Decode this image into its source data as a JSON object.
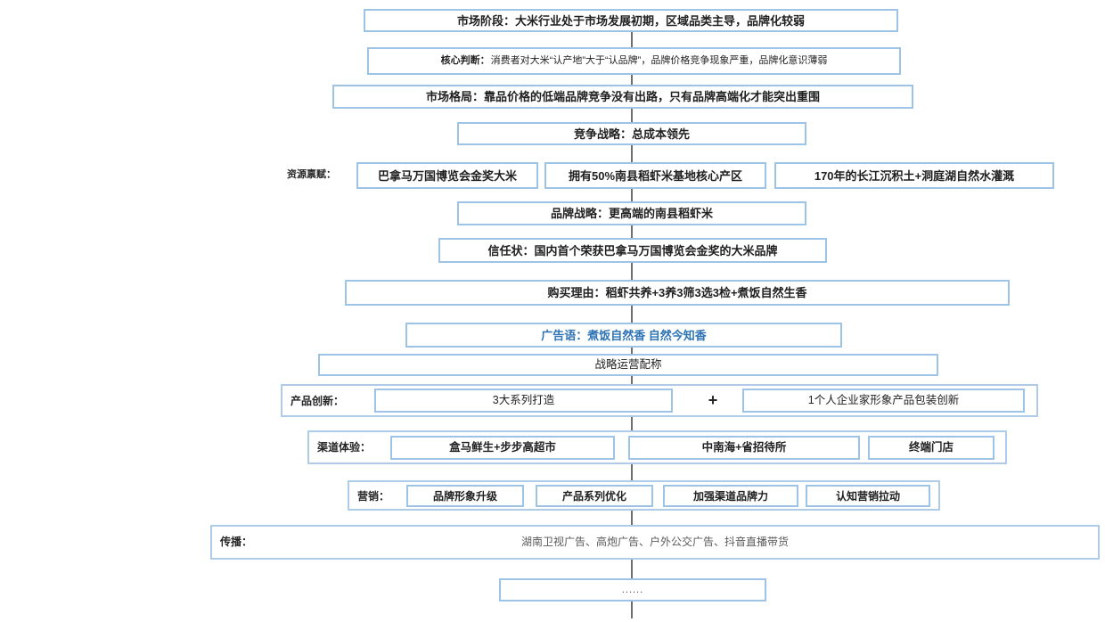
{
  "palette": {
    "box_border": "#9DC3E6",
    "outer_border": "#AECBE8",
    "text": "#1F1F1F",
    "slogan_blue": "#2E74B5",
    "muted_gray": "#595959",
    "connector_line": "#6E6E6E",
    "background": "#FFFFFF"
  },
  "flow": {
    "market_stage": {
      "text": "市场阶段：大米行业处于市场发展初期，区域品类主导，品牌化较弱"
    },
    "core_judgment": {
      "label": "核心判断：",
      "text": "消费者对大米“认产地”大于“认品牌”，品牌价格竞争现象严重，品牌化意识薄弱"
    },
    "market_pattern": {
      "text": "市场格局：靠品价格的低端品牌竞争没有出路，只有品牌高端化才能突出重围"
    },
    "competition_strategy": {
      "label": "竞争战略：",
      "strong": "总成本领先"
    },
    "resource_endowment": {
      "label": "资源禀赋：",
      "boxes": [
        "巴拿马万国博览会金奖大米",
        "拥有50%南县稻虾米基地核心产区",
        "170年的长江沉积土+洞庭湖自然水灌溉"
      ]
    },
    "brand_strategy": {
      "text": "品牌战略：更高端的南县稻虾米"
    },
    "trust_credential": {
      "text": "信任状：国内首个荣获巴拿马万国博览会金奖的大米品牌"
    },
    "purchase_reason": {
      "text": "购买理由：稻虾共养+3养3筛3选3检+煮饭自然生香"
    },
    "slogan": {
      "text": "广告语：煮饭自然香 自然今知香"
    },
    "strategic_operation": {
      "text": "战略运营配称"
    },
    "product_innovation": {
      "label": "产品创新：",
      "box1": "3大系列打造",
      "plus": "+",
      "box2": "1个人企业家形象产品包装创新"
    },
    "channel_experience": {
      "label": "渠道体验：",
      "boxes": [
        "盒马鲜生+步步高超市",
        "中南海+省招待所",
        "终端门店"
      ]
    },
    "marketing": {
      "label": "营销：",
      "boxes": [
        "品牌形象升级",
        "产品系列优化",
        "加强渠道品牌力",
        "认知营销拉动"
      ]
    },
    "communication": {
      "label": "传播：",
      "text": "湖南卫视广告、高炮广告、户外公交广告、抖音直播带货"
    },
    "more": {
      "text": "......"
    }
  }
}
